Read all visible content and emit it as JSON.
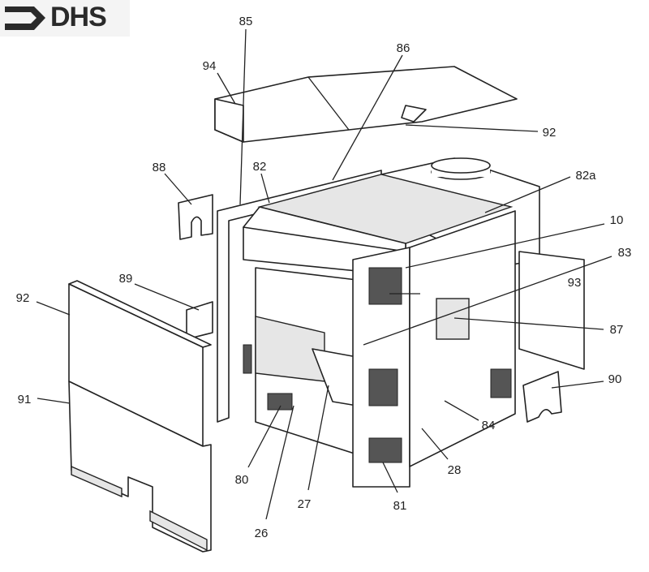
{
  "logo": {
    "text": "DHS",
    "icon": "arrow-right-icon"
  },
  "labels": [
    {
      "id": "85",
      "text": "85"
    },
    {
      "id": "86",
      "text": "86"
    },
    {
      "id": "94",
      "text": "94"
    },
    {
      "id": "92-top",
      "text": "92"
    },
    {
      "id": "88",
      "text": "88"
    },
    {
      "id": "82",
      "text": "82"
    },
    {
      "id": "82a",
      "text": "82a"
    },
    {
      "id": "10",
      "text": "10"
    },
    {
      "id": "83",
      "text": "83"
    },
    {
      "id": "93",
      "text": "93"
    },
    {
      "id": "89",
      "text": "89"
    },
    {
      "id": "92-left",
      "text": "92"
    },
    {
      "id": "87",
      "text": "87"
    },
    {
      "id": "91",
      "text": "91"
    },
    {
      "id": "90",
      "text": "90"
    },
    {
      "id": "84",
      "text": "84"
    },
    {
      "id": "80",
      "text": "80"
    },
    {
      "id": "28",
      "text": "28"
    },
    {
      "id": "27",
      "text": "27"
    },
    {
      "id": "81",
      "text": "81"
    },
    {
      "id": "26",
      "text": "26"
    }
  ]
}
